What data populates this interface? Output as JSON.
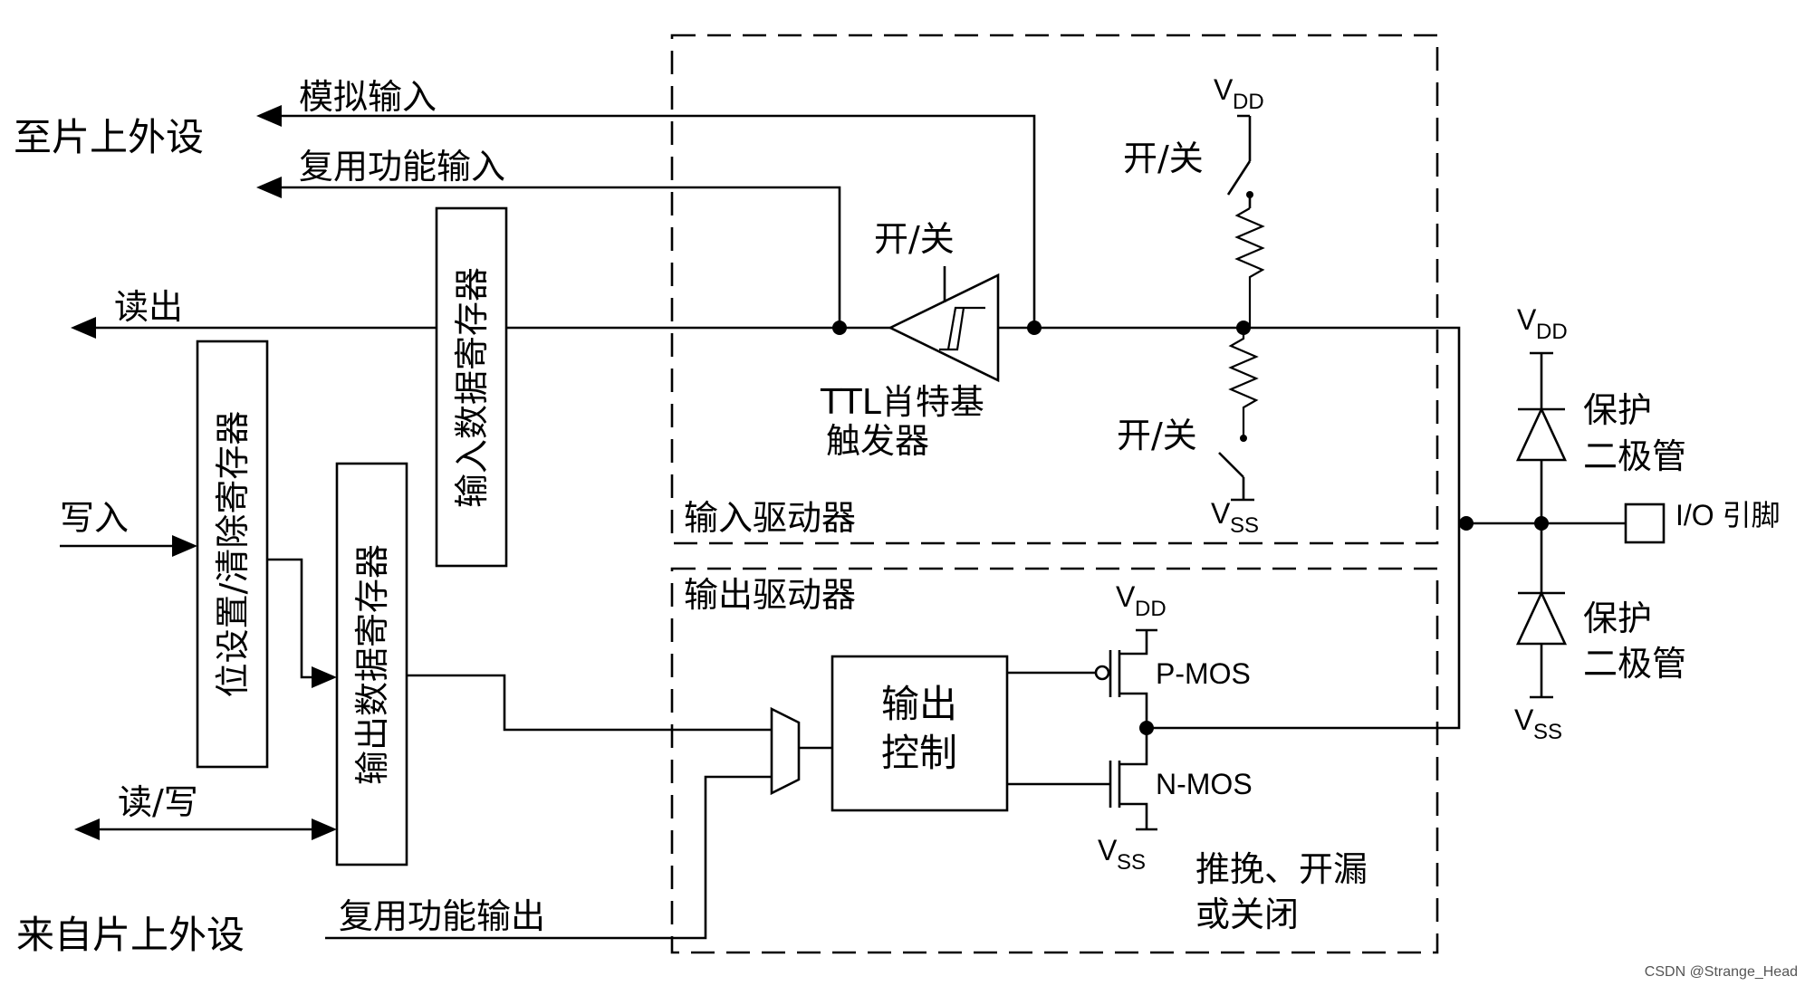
{
  "labels": {
    "to_peripheral": "至片上外设",
    "from_peripheral": "来自片上外设",
    "analog_input": "模拟输入",
    "alt_func_input": "复用功能输入",
    "alt_func_output": "复用功能输出",
    "read_out": "读出",
    "write_in": "写入",
    "read_write": "读/写",
    "input_data_reg": "输入数据寄存器",
    "bit_set_reset_reg": "位设置/清除寄存器",
    "output_data_reg": "输出数据寄存器",
    "on_off": "开/关",
    "schmitt_line1": "TTL肖特基",
    "schmitt_line2": "触发器",
    "input_driver": "输入驱动器",
    "output_driver": "输出驱动器",
    "output_control_line1": "输出",
    "output_control_line2": "控制",
    "pmos": "P-MOS",
    "nmos": "N-MOS",
    "v": "V",
    "vdd_sub": "DD",
    "vss_sub": "SS",
    "protect_line1": "保护",
    "protect_line2": "二极管",
    "io_pin": "I/O 引脚",
    "mode_line1": "推挽、开漏",
    "mode_line2": "或关闭",
    "watermark": "CSDN @Strange_Head"
  }
}
